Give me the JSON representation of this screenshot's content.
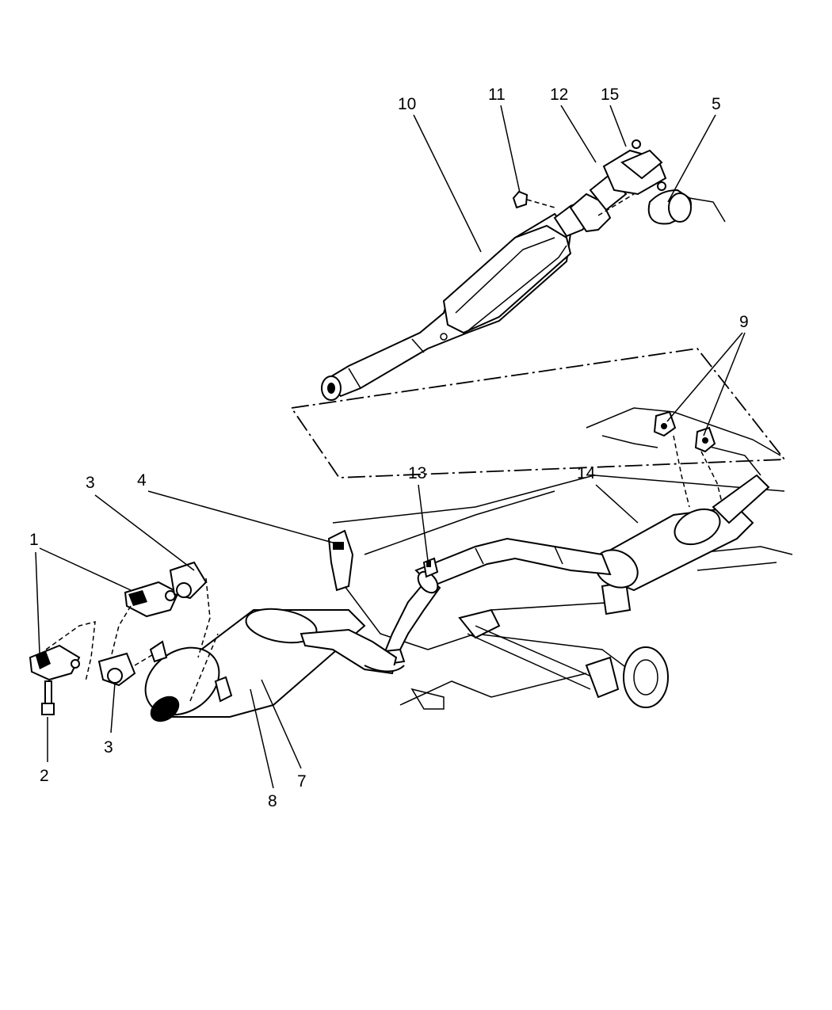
{
  "diagram": {
    "title_hidden": null,
    "callouts": {
      "c10": "10",
      "c11": "11",
      "c12": "12",
      "c15": "15",
      "c5": "5",
      "c9": "9",
      "c4": "4",
      "c13": "13",
      "c14": "14",
      "c3a": "3",
      "c1": "1",
      "c3b": "3",
      "c2": "2",
      "c8": "8",
      "c7": "7"
    }
  }
}
